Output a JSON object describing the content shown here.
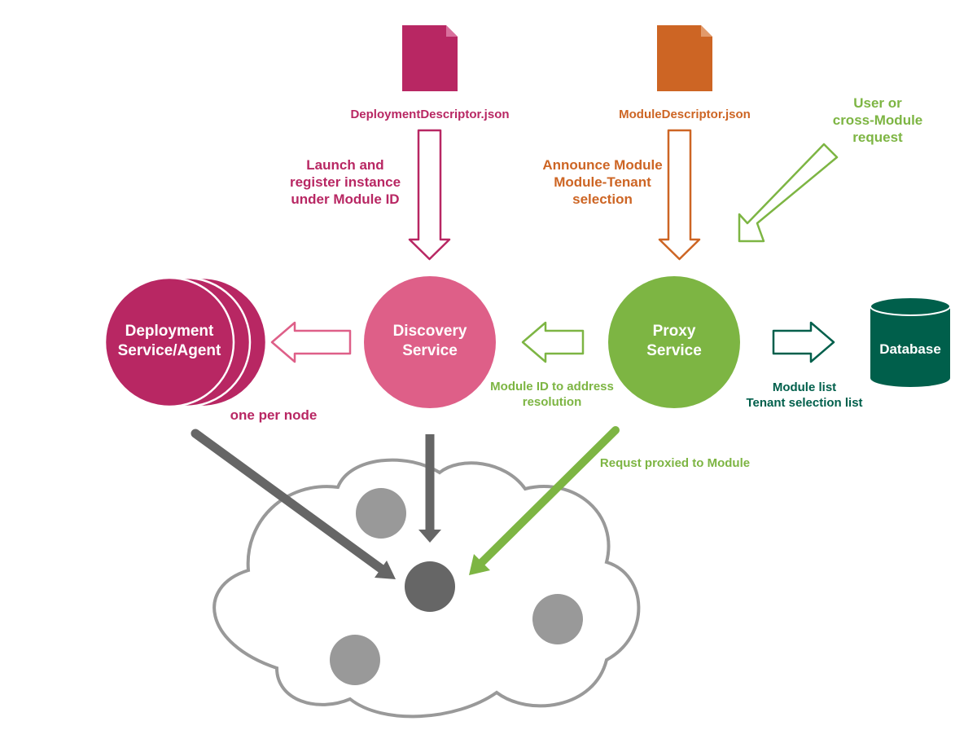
{
  "files": {
    "deployment_descriptor": "DeploymentDescriptor.json",
    "module_descriptor": "ModuleDescriptor.json"
  },
  "nodes": {
    "deployment_agent": "Deployment\nService/Agent",
    "discovery": "Discovery\nService",
    "proxy": "Proxy\nService",
    "database": "Database"
  },
  "annotations": {
    "launch_register": "Launch and\nregister instance\nunder Module ID",
    "announce_module": "Announce Module\nModule-Tenant\nselection",
    "user_request": "User or\ncross-Module\nrequest",
    "one_per_node": "one per node",
    "module_id_resolution": "Module ID to address\nresolution",
    "module_lists": "Module list\nTenant selection list",
    "request_proxied": "Requst proxied to Module"
  },
  "colors": {
    "crimson": "#b82763",
    "pink": "#de5f88",
    "orange": "#cd6524",
    "green": "#7db543",
    "dark_green": "#005f4b",
    "gray_dark": "#666666",
    "gray_mid": "#999999"
  }
}
